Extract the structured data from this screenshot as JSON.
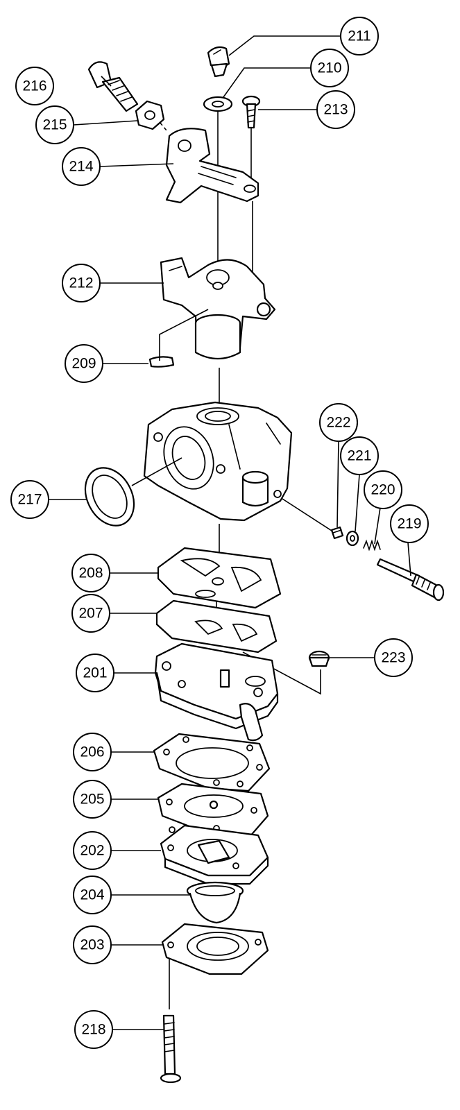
{
  "diagram": {
    "callouts": [
      {
        "id": "c211",
        "label": "211"
      },
      {
        "id": "c210",
        "label": "210"
      },
      {
        "id": "c213",
        "label": "213"
      },
      {
        "id": "c216",
        "label": "216"
      },
      {
        "id": "c215",
        "label": "215"
      },
      {
        "id": "c214",
        "label": "214"
      },
      {
        "id": "c212",
        "label": "212"
      },
      {
        "id": "c209",
        "label": "209"
      },
      {
        "id": "c222",
        "label": "222"
      },
      {
        "id": "c221",
        "label": "221"
      },
      {
        "id": "c220",
        "label": "220"
      },
      {
        "id": "c219",
        "label": "219"
      },
      {
        "id": "c217",
        "label": "217"
      },
      {
        "id": "c208",
        "label": "208"
      },
      {
        "id": "c207",
        "label": "207"
      },
      {
        "id": "c223",
        "label": "223"
      },
      {
        "id": "c201",
        "label": "201"
      },
      {
        "id": "c206",
        "label": "206"
      },
      {
        "id": "c205",
        "label": "205"
      },
      {
        "id": "c202",
        "label": "202"
      },
      {
        "id": "c204",
        "label": "204"
      },
      {
        "id": "c203",
        "label": "203"
      },
      {
        "id": "c218",
        "label": "218"
      }
    ]
  }
}
